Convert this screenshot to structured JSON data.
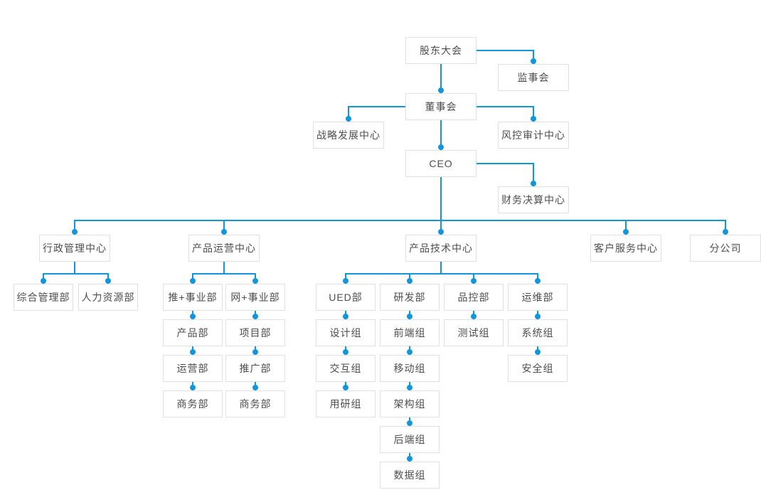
{
  "colors": {
    "line": "#1296db",
    "dot": "#1296db",
    "box_border": "#e0e0e0",
    "box_bg": "#ffffff",
    "text": "#4d4d4d",
    "page_bg": "#ffffff"
  },
  "org_chart": {
    "nodes": [
      {
        "id": "shareholders-meeting",
        "label": "股东大会"
      },
      {
        "id": "supervisory-board",
        "label": "监事会"
      },
      {
        "id": "board-of-directors",
        "label": "董事会"
      },
      {
        "id": "strategic-development-center",
        "label": "战略发展中心"
      },
      {
        "id": "risk-audit-center",
        "label": "风控审计中心"
      },
      {
        "id": "ceo",
        "label": "CEO"
      },
      {
        "id": "financial-accounting-center",
        "label": "财务决算中心"
      },
      {
        "id": "admin-management-center",
        "label": "行政管理中心"
      },
      {
        "id": "product-operation-center",
        "label": "产品运营中心"
      },
      {
        "id": "product-technology-center",
        "label": "产品技术中心"
      },
      {
        "id": "customer-service-center",
        "label": "客户服务中心"
      },
      {
        "id": "branch-company",
        "label": "分公司"
      },
      {
        "id": "general-management-dept",
        "label": "综合管理部"
      },
      {
        "id": "human-resources-dept",
        "label": "人力资源部"
      },
      {
        "id": "tui-business-dept",
        "label": "推+事业部"
      },
      {
        "id": "wang-business-dept",
        "label": "网+事业部"
      },
      {
        "id": "product-dept",
        "label": "产品部"
      },
      {
        "id": "project-dept",
        "label": "项目部"
      },
      {
        "id": "operation-dept",
        "label": "运营部"
      },
      {
        "id": "promotion-dept",
        "label": "推广部"
      },
      {
        "id": "business-dept-left",
        "label": "商务部"
      },
      {
        "id": "business-dept-right",
        "label": "商务部"
      },
      {
        "id": "ued-dept",
        "label": "UED部"
      },
      {
        "id": "rd-dept",
        "label": "研发部"
      },
      {
        "id": "qc-dept",
        "label": "品控部"
      },
      {
        "id": "ops-dept",
        "label": "运维部"
      },
      {
        "id": "design-team",
        "label": "设计组"
      },
      {
        "id": "frontend-team",
        "label": "前端组"
      },
      {
        "id": "testing-team",
        "label": "测试组"
      },
      {
        "id": "system-team",
        "label": "系统组"
      },
      {
        "id": "interaction-team",
        "label": "交互组"
      },
      {
        "id": "mobile-team",
        "label": "移动组"
      },
      {
        "id": "security-team",
        "label": "安全组"
      },
      {
        "id": "user-research-team",
        "label": "用研组"
      },
      {
        "id": "architecture-team",
        "label": "架构组"
      },
      {
        "id": "backend-team",
        "label": "后端组"
      },
      {
        "id": "data-team",
        "label": "数据组"
      }
    ],
    "edges": [
      {
        "type": "vertical",
        "from": "shareholders-meeting",
        "to": "board-of-directors"
      },
      {
        "type": "elbow-side",
        "from": "shareholders-meeting",
        "to": "supervisory-board"
      },
      {
        "type": "elbow-side",
        "from": "board-of-directors",
        "to": "strategic-development-center"
      },
      {
        "type": "elbow-side",
        "from": "board-of-directors",
        "to": "risk-audit-center"
      },
      {
        "type": "vertical",
        "from": "board-of-directors",
        "to": "ceo"
      },
      {
        "type": "elbow-side",
        "from": "ceo",
        "to": "financial-accounting-center"
      },
      {
        "type": "fan",
        "from": "ceo",
        "to": [
          "admin-management-center",
          "product-operation-center",
          "product-technology-center",
          "customer-service-center",
          "branch-company"
        ]
      },
      {
        "type": "fan",
        "from": "admin-management-center",
        "to": [
          "general-management-dept",
          "human-resources-dept"
        ]
      },
      {
        "type": "fan",
        "from": "product-operation-center",
        "to": [
          "tui-business-dept",
          "wang-business-dept"
        ]
      },
      {
        "type": "fan",
        "from": "product-technology-center",
        "to": [
          "ued-dept",
          "rd-dept",
          "qc-dept",
          "ops-dept"
        ]
      },
      {
        "type": "vertical",
        "from": "tui-business-dept",
        "to": "product-dept"
      },
      {
        "type": "vertical",
        "from": "product-dept",
        "to": "operation-dept"
      },
      {
        "type": "vertical",
        "from": "operation-dept",
        "to": "business-dept-left"
      },
      {
        "type": "vertical",
        "from": "wang-business-dept",
        "to": "project-dept"
      },
      {
        "type": "vertical",
        "from": "project-dept",
        "to": "promotion-dept"
      },
      {
        "type": "vertical",
        "from": "promotion-dept",
        "to": "business-dept-right"
      },
      {
        "type": "vertical",
        "from": "ued-dept",
        "to": "design-team"
      },
      {
        "type": "vertical",
        "from": "design-team",
        "to": "interaction-team"
      },
      {
        "type": "vertical",
        "from": "interaction-team",
        "to": "user-research-team"
      },
      {
        "type": "vertical",
        "from": "rd-dept",
        "to": "frontend-team"
      },
      {
        "type": "vertical",
        "from": "frontend-team",
        "to": "mobile-team"
      },
      {
        "type": "vertical",
        "from": "mobile-team",
        "to": "architecture-team"
      },
      {
        "type": "vertical",
        "from": "architecture-team",
        "to": "backend-team"
      },
      {
        "type": "vertical",
        "from": "backend-team",
        "to": "data-team"
      },
      {
        "type": "vertical",
        "from": "qc-dept",
        "to": "testing-team"
      },
      {
        "type": "vertical",
        "from": "ops-dept",
        "to": "system-team"
      },
      {
        "type": "vertical",
        "from": "system-team",
        "to": "security-team"
      }
    ]
  }
}
